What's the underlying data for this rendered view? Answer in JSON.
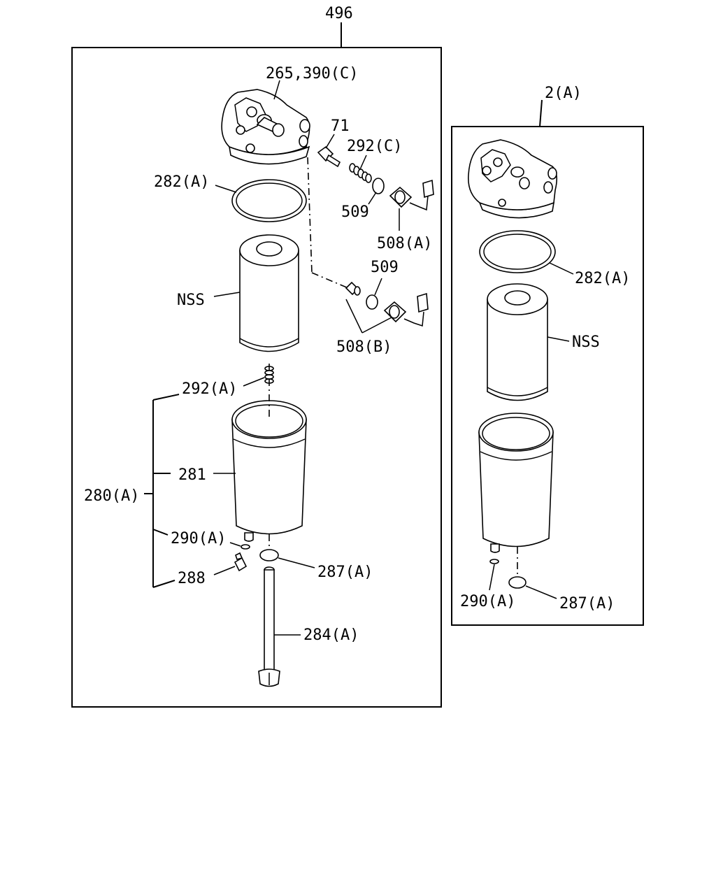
{
  "diagram": {
    "assembly_label": "496",
    "alt_assembly_label": "2(A)",
    "main_panel": {
      "labels": {
        "head": "265,390(C)",
        "p71": "71",
        "p292c": "292(C)",
        "p282a": "282(A)",
        "p509_top": "509",
        "p508a": "508(A)",
        "p509_mid": "509",
        "nss": "NSS",
        "p508b": "508(B)",
        "p292a": "292(A)",
        "p281": "281",
        "p280a": "280(A)",
        "p290a": "290(A)",
        "p287a": "287(A)",
        "p288": "288",
        "p284a": "284(A)"
      }
    },
    "side_panel": {
      "labels": {
        "p282a": "282(A)",
        "nss": "NSS",
        "p290a": "290(A)",
        "p287a": "287(A)"
      }
    }
  }
}
